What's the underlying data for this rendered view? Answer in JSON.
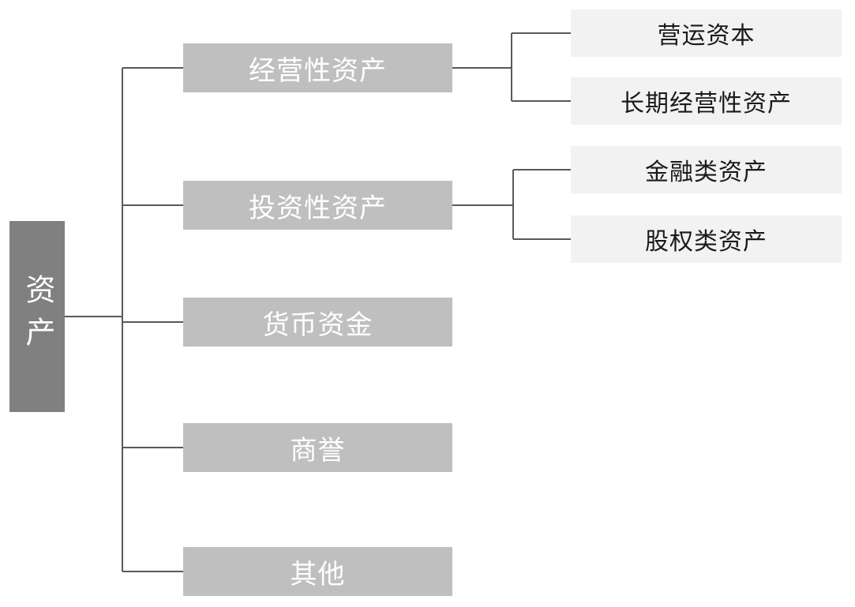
{
  "colors": {
    "root_bg": "#808080",
    "branch_bg": "#bfbfbf",
    "leaf_bg": "#f2f2f2",
    "root_text": "#ffffff",
    "branch_text": "#ffffff",
    "leaf_text": "#1a1a1a",
    "connector": "#595959",
    "canvas_bg": "#ffffff"
  },
  "tree": {
    "root": {
      "label": "资产"
    },
    "branches": [
      {
        "label": "经营性资产",
        "children": [
          {
            "label": "营运资本"
          },
          {
            "label": "长期经营性资产"
          }
        ]
      },
      {
        "label": "投资性资产",
        "children": [
          {
            "label": "金融类资产"
          },
          {
            "label": "股权类资产"
          }
        ]
      },
      {
        "label": "货币资金",
        "children": []
      },
      {
        "label": "商誉",
        "children": []
      },
      {
        "label": "其他",
        "children": []
      }
    ]
  }
}
